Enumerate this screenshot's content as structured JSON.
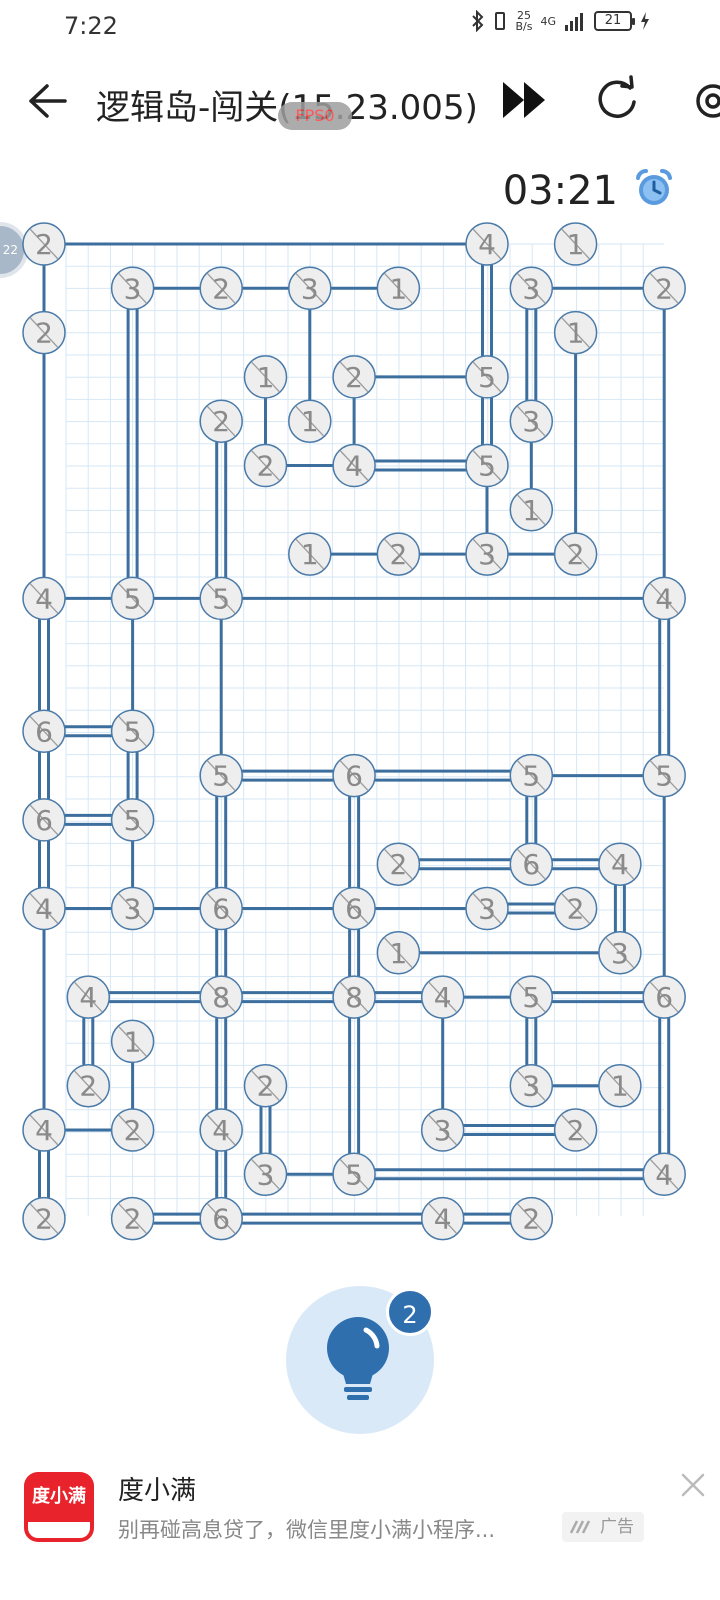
{
  "status_bar": {
    "time": "7:22",
    "net_speed_value": "25",
    "net_speed_unit": "B/s",
    "network": "4G",
    "battery": "21"
  },
  "header": {
    "title": "逻辑岛-闯关(15.23.005)",
    "fps_label": "FPS0"
  },
  "timer": "03:21",
  "side_tab_label": "22",
  "hint": {
    "count": "2"
  },
  "ad": {
    "logo_text": "度小满",
    "title": "度小满",
    "description": "别再碰高息贷了，微信里度小满小程序...",
    "tag": "广告"
  },
  "colors": {
    "bridge": "#3d6f9e",
    "island_fill": "#eeeeee",
    "island_border": "#4a7aa8",
    "grid": "#d7e7f5",
    "accent": "#2f6fae"
  },
  "puzzle": {
    "cols": 15,
    "rows": 23,
    "islands": [
      {
        "c": 0,
        "r": 0,
        "n": "2"
      },
      {
        "c": 10,
        "r": 0,
        "n": "4"
      },
      {
        "c": 12,
        "r": 0,
        "n": "1"
      },
      {
        "c": 2,
        "r": 1,
        "n": "3"
      },
      {
        "c": 4,
        "r": 1,
        "n": "2"
      },
      {
        "c": 6,
        "r": 1,
        "n": "3"
      },
      {
        "c": 8,
        "r": 1,
        "n": "1"
      },
      {
        "c": 11,
        "r": 1,
        "n": "3"
      },
      {
        "c": 14,
        "r": 1,
        "n": "2"
      },
      {
        "c": 0,
        "r": 2,
        "n": "2"
      },
      {
        "c": 12,
        "r": 2,
        "n": "1"
      },
      {
        "c": 5,
        "r": 3,
        "n": "1"
      },
      {
        "c": 7,
        "r": 3,
        "n": "2"
      },
      {
        "c": 10,
        "r": 3,
        "n": "5"
      },
      {
        "c": 4,
        "r": 4,
        "n": "2"
      },
      {
        "c": 6,
        "r": 4,
        "n": "1"
      },
      {
        "c": 11,
        "r": 4,
        "n": "3"
      },
      {
        "c": 5,
        "r": 5,
        "n": "2"
      },
      {
        "c": 7,
        "r": 5,
        "n": "4"
      },
      {
        "c": 10,
        "r": 5,
        "n": "5"
      },
      {
        "c": 11,
        "r": 6,
        "n": "1"
      },
      {
        "c": 6,
        "r": 7,
        "n": "1"
      },
      {
        "c": 8,
        "r": 7,
        "n": "2"
      },
      {
        "c": 10,
        "r": 7,
        "n": "3"
      },
      {
        "c": 12,
        "r": 7,
        "n": "2"
      },
      {
        "c": 0,
        "r": 8,
        "n": "4"
      },
      {
        "c": 2,
        "r": 8,
        "n": "5"
      },
      {
        "c": 4,
        "r": 8,
        "n": "5"
      },
      {
        "c": 14,
        "r": 8,
        "n": "4"
      },
      {
        "c": 0,
        "r": 11,
        "n": "6"
      },
      {
        "c": 2,
        "r": 11,
        "n": "5"
      },
      {
        "c": 4,
        "r": 12,
        "n": "5"
      },
      {
        "c": 7,
        "r": 12,
        "n": "6"
      },
      {
        "c": 11,
        "r": 12,
        "n": "5"
      },
      {
        "c": 14,
        "r": 12,
        "n": "5"
      },
      {
        "c": 0,
        "r": 13,
        "n": "6"
      },
      {
        "c": 2,
        "r": 13,
        "n": "5"
      },
      {
        "c": 8,
        "r": 14,
        "n": "2"
      },
      {
        "c": 11,
        "r": 14,
        "n": "6"
      },
      {
        "c": 13,
        "r": 14,
        "n": "4"
      },
      {
        "c": 0,
        "r": 15,
        "n": "4"
      },
      {
        "c": 2,
        "r": 15,
        "n": "3"
      },
      {
        "c": 4,
        "r": 15,
        "n": "6"
      },
      {
        "c": 7,
        "r": 15,
        "n": "6"
      },
      {
        "c": 10,
        "r": 15,
        "n": "3"
      },
      {
        "c": 12,
        "r": 15,
        "n": "2"
      },
      {
        "c": 8,
        "r": 16,
        "n": "1"
      },
      {
        "c": 13,
        "r": 16,
        "n": "3"
      },
      {
        "c": 1,
        "r": 17,
        "n": "4"
      },
      {
        "c": 4,
        "r": 17,
        "n": "8"
      },
      {
        "c": 7,
        "r": 17,
        "n": "8"
      },
      {
        "c": 9,
        "r": 17,
        "n": "4"
      },
      {
        "c": 11,
        "r": 17,
        "n": "5"
      },
      {
        "c": 14,
        "r": 17,
        "n": "6"
      },
      {
        "c": 2,
        "r": 18,
        "n": "1"
      },
      {
        "c": 1,
        "r": 19,
        "n": "2"
      },
      {
        "c": 5,
        "r": 19,
        "n": "2"
      },
      {
        "c": 11,
        "r": 19,
        "n": "3"
      },
      {
        "c": 13,
        "r": 19,
        "n": "1"
      },
      {
        "c": 0,
        "r": 20,
        "n": "4"
      },
      {
        "c": 2,
        "r": 20,
        "n": "2"
      },
      {
        "c": 4,
        "r": 20,
        "n": "4"
      },
      {
        "c": 9,
        "r": 20,
        "n": "3"
      },
      {
        "c": 12,
        "r": 20,
        "n": "2"
      },
      {
        "c": 5,
        "r": 21,
        "n": "3"
      },
      {
        "c": 7,
        "r": 21,
        "n": "5"
      },
      {
        "c": 14,
        "r": 21,
        "n": "4"
      },
      {
        "c": 0,
        "r": 22,
        "n": "2"
      },
      {
        "c": 2,
        "r": 22,
        "n": "2"
      },
      {
        "c": 4,
        "r": 22,
        "n": "6"
      },
      {
        "c": 9,
        "r": 22,
        "n": "4"
      },
      {
        "c": 11,
        "r": 22,
        "n": "2"
      }
    ],
    "bridges": [
      [
        0,
        0,
        10,
        0,
        1
      ],
      [
        0,
        0,
        0,
        2,
        1
      ],
      [
        10,
        0,
        10,
        3,
        2
      ],
      [
        2,
        1,
        4,
        1,
        1
      ],
      [
        2,
        1,
        2,
        8,
        2
      ],
      [
        4,
        1,
        6,
        1,
        1
      ],
      [
        6,
        1,
        8,
        1,
        1
      ],
      [
        6,
        1,
        6,
        4,
        1
      ],
      [
        11,
        1,
        14,
        1,
        1
      ],
      [
        11,
        1,
        11,
        4,
        2
      ],
      [
        14,
        1,
        14,
        8,
        1
      ],
      [
        0,
        2,
        0,
        8,
        1
      ],
      [
        12,
        2,
        12,
        7,
        1
      ],
      [
        5,
        3,
        5,
        5,
        1
      ],
      [
        7,
        3,
        10,
        3,
        1
      ],
      [
        7,
        3,
        7,
        5,
        1
      ],
      [
        10,
        3,
        10,
        5,
        2
      ],
      [
        4,
        4,
        4,
        8,
        2
      ],
      [
        11,
        4,
        11,
        6,
        1
      ],
      [
        5,
        5,
        7,
        5,
        1
      ],
      [
        7,
        5,
        10,
        5,
        2
      ],
      [
        10,
        5,
        10,
        7,
        1
      ],
      [
        6,
        7,
        8,
        7,
        1
      ],
      [
        8,
        7,
        10,
        7,
        1
      ],
      [
        10,
        7,
        12,
        7,
        1
      ],
      [
        0,
        8,
        2,
        8,
        1
      ],
      [
        0,
        8,
        0,
        11,
        2
      ],
      [
        2,
        8,
        4,
        8,
        1
      ],
      [
        2,
        8,
        2,
        11,
        1
      ],
      [
        4,
        8,
        14,
        8,
        1
      ],
      [
        4,
        8,
        4,
        12,
        1
      ],
      [
        14,
        8,
        14,
        12,
        2
      ],
      [
        0,
        11,
        2,
        11,
        2
      ],
      [
        0,
        11,
        0,
        13,
        2
      ],
      [
        2,
        11,
        2,
        13,
        2
      ],
      [
        4,
        12,
        7,
        12,
        2
      ],
      [
        4,
        12,
        4,
        15,
        2
      ],
      [
        7,
        12,
        11,
        12,
        2
      ],
      [
        7,
        12,
        7,
        15,
        2
      ],
      [
        11,
        12,
        14,
        12,
        1
      ],
      [
        11,
        12,
        11,
        14,
        2
      ],
      [
        14,
        12,
        14,
        17,
        1
      ],
      [
        0,
        13,
        2,
        13,
        2
      ],
      [
        0,
        13,
        0,
        15,
        2
      ],
      [
        2,
        13,
        2,
        15,
        1
      ],
      [
        8,
        14,
        11,
        14,
        2
      ],
      [
        11,
        14,
        13,
        14,
        2
      ],
      [
        13,
        14,
        13,
        16,
        2
      ],
      [
        0,
        15,
        2,
        15,
        1
      ],
      [
        0,
        15,
        0,
        20,
        1
      ],
      [
        2,
        15,
        4,
        15,
        1
      ],
      [
        4,
        15,
        7,
        15,
        1
      ],
      [
        4,
        15,
        4,
        17,
        2
      ],
      [
        7,
        15,
        10,
        15,
        1
      ],
      [
        7,
        15,
        7,
        17,
        2
      ],
      [
        10,
        15,
        12,
        15,
        2
      ],
      [
        8,
        16,
        13,
        16,
        1
      ],
      [
        1,
        17,
        4,
        17,
        2
      ],
      [
        1,
        17,
        1,
        19,
        2
      ],
      [
        4,
        17,
        7,
        17,
        2
      ],
      [
        4,
        17,
        4,
        20,
        2
      ],
      [
        7,
        17,
        9,
        17,
        2
      ],
      [
        7,
        17,
        7,
        21,
        2
      ],
      [
        9,
        17,
        11,
        17,
        1
      ],
      [
        9,
        17,
        9,
        20,
        1
      ],
      [
        11,
        17,
        14,
        17,
        2
      ],
      [
        11,
        17,
        11,
        19,
        2
      ],
      [
        14,
        17,
        14,
        21,
        2
      ],
      [
        2,
        18,
        2,
        20,
        1
      ],
      [
        5,
        19,
        5,
        21,
        2
      ],
      [
        11,
        19,
        13,
        19,
        1
      ],
      [
        0,
        20,
        2,
        20,
        1
      ],
      [
        0,
        20,
        0,
        22,
        2
      ],
      [
        4,
        20,
        4,
        22,
        2
      ],
      [
        9,
        20,
        12,
        20,
        2
      ],
      [
        5,
        21,
        7,
        21,
        1
      ],
      [
        7,
        21,
        14,
        21,
        2
      ],
      [
        2,
        22,
        4,
        22,
        2
      ],
      [
        4,
        22,
        9,
        22,
        2
      ],
      [
        9,
        22,
        11,
        22,
        2
      ]
    ]
  }
}
